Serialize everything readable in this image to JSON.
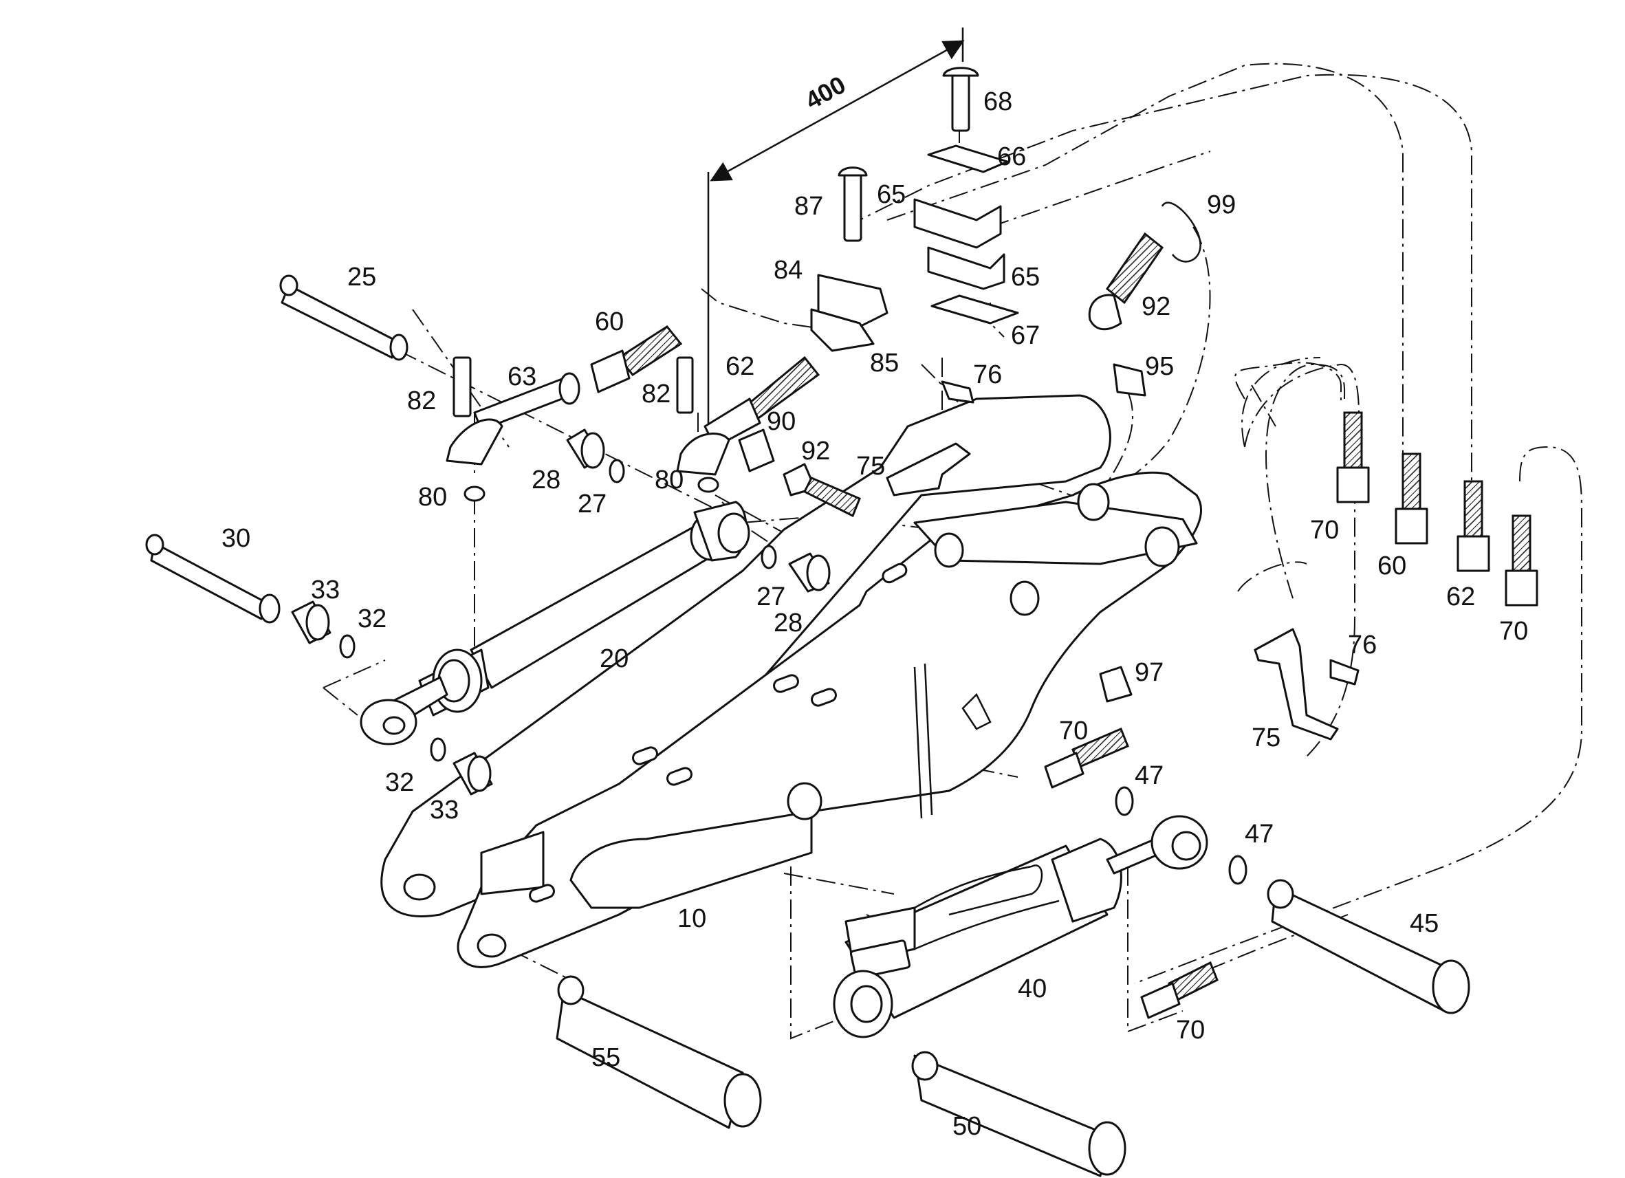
{
  "dimension": {
    "value": "400"
  },
  "callouts": [
    {
      "id": "10",
      "text": "10"
    },
    {
      "id": "20",
      "text": "20"
    },
    {
      "id": "25",
      "text": "25"
    },
    {
      "id": "27a",
      "text": "27"
    },
    {
      "id": "27b",
      "text": "27"
    },
    {
      "id": "28a",
      "text": "28"
    },
    {
      "id": "28b",
      "text": "28"
    },
    {
      "id": "30",
      "text": "30"
    },
    {
      "id": "32a",
      "text": "32"
    },
    {
      "id": "32b",
      "text": "32"
    },
    {
      "id": "33a",
      "text": "33"
    },
    {
      "id": "33b",
      "text": "33"
    },
    {
      "id": "40",
      "text": "40"
    },
    {
      "id": "45",
      "text": "45"
    },
    {
      "id": "47a",
      "text": "47"
    },
    {
      "id": "47b",
      "text": "47"
    },
    {
      "id": "50",
      "text": "50"
    },
    {
      "id": "55",
      "text": "55"
    },
    {
      "id": "60a",
      "text": "60"
    },
    {
      "id": "60b",
      "text": "60"
    },
    {
      "id": "62a",
      "text": "62"
    },
    {
      "id": "62b",
      "text": "62"
    },
    {
      "id": "63",
      "text": "63"
    },
    {
      "id": "65a",
      "text": "65"
    },
    {
      "id": "65b",
      "text": "65"
    },
    {
      "id": "66",
      "text": "66"
    },
    {
      "id": "67",
      "text": "67"
    },
    {
      "id": "68",
      "text": "68"
    },
    {
      "id": "70a",
      "text": "70"
    },
    {
      "id": "70b",
      "text": "70"
    },
    {
      "id": "70c",
      "text": "70"
    },
    {
      "id": "70d",
      "text": "70"
    },
    {
      "id": "75a",
      "text": "75"
    },
    {
      "id": "75b",
      "text": "75"
    },
    {
      "id": "76a",
      "text": "76"
    },
    {
      "id": "76b",
      "text": "76"
    },
    {
      "id": "80a",
      "text": "80"
    },
    {
      "id": "80b",
      "text": "80"
    },
    {
      "id": "82a",
      "text": "82"
    },
    {
      "id": "82b",
      "text": "82"
    },
    {
      "id": "84",
      "text": "84"
    },
    {
      "id": "85",
      "text": "85"
    },
    {
      "id": "87",
      "text": "87"
    },
    {
      "id": "90",
      "text": "90"
    },
    {
      "id": "92a",
      "text": "92"
    },
    {
      "id": "92b",
      "text": "92"
    },
    {
      "id": "95",
      "text": "95"
    },
    {
      "id": "97",
      "text": "97"
    },
    {
      "id": "99",
      "text": "99"
    }
  ]
}
